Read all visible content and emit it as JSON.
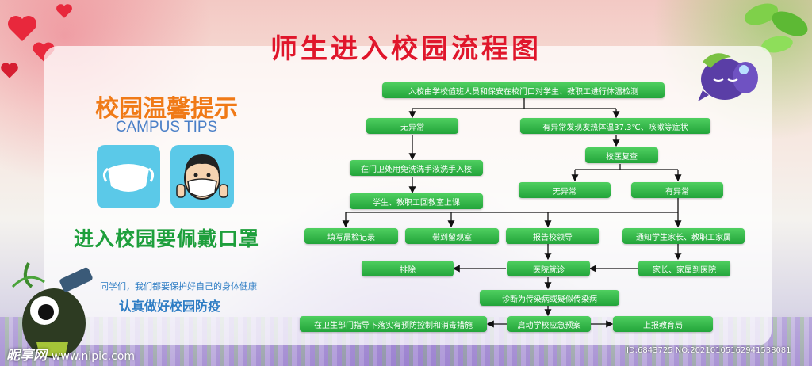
{
  "title": "师生进入校园流程图",
  "tips": {
    "heading": "校园温馨提示",
    "subheading": "CAMPUS TIPS",
    "slogan": "进入校园要佩戴口罩",
    "note_line1": "同学们，我们都要保护好自己的身体健康",
    "note_line2": "认真做好校园防疫"
  },
  "flow": {
    "start": "入校由学校值班人员和保安在校门口对学生、教职工进行体温检测",
    "normal": "无异常",
    "abnormal": "有异常发现发热体温37.3℃、咳嗽等症状",
    "wash": "在门卫处用免洗洗手液洗手入校",
    "recheck": "校医复查",
    "recheck_normal": "无异常",
    "recheck_abnormal": "有异常",
    "to_class": "学生、教职工回教室上课",
    "record": "填写晨检记录",
    "observe": "带到留观室",
    "report_leader": "报告校领导",
    "notify_family": "通知学生家长、教职工家属",
    "exclude": "排除",
    "hospital": "医院就诊",
    "family_hospital": "家长、家属到医院",
    "diagnosis": "诊断为传染病或疑似传染病",
    "health_dept": "在卫生部门指导下落实有预防控制和消毒措施",
    "emergency_plan": "启动学校应急预案",
    "report_bureau": "上报教育局"
  },
  "watermark": {
    "site": "昵享网",
    "url": "www.nipic.com",
    "id_line": "ID:6843725 NO:20210105162941538081"
  },
  "colors": {
    "title": "#e0162b",
    "tips_heading": "#f07a17",
    "node": "#2fb345",
    "slogan": "#1e9f3c",
    "note": "#2d7cc4"
  }
}
